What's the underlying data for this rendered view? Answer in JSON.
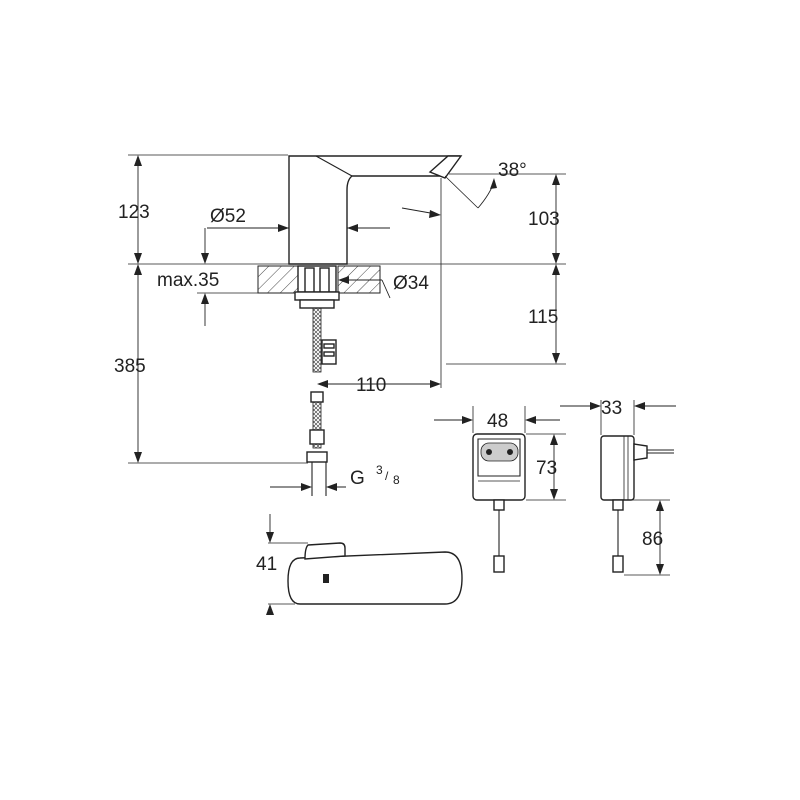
{
  "dimensions": {
    "spout_height": "123",
    "supply_diameter": "Ø52",
    "max_counter_thickness": "max.35",
    "hole_diameter": "Ø34",
    "overall_height": "385",
    "outlet_height": "103",
    "spray_angle": "38°",
    "below_counter": "115",
    "projection": "110",
    "connection_thread_prefix": "G",
    "connection_thread_num": "3",
    "connection_thread_den": "8",
    "plan_height": "41",
    "adapter_width": "48",
    "adapter_height": "73",
    "adapter_depth": "33",
    "cable_length": "86"
  }
}
